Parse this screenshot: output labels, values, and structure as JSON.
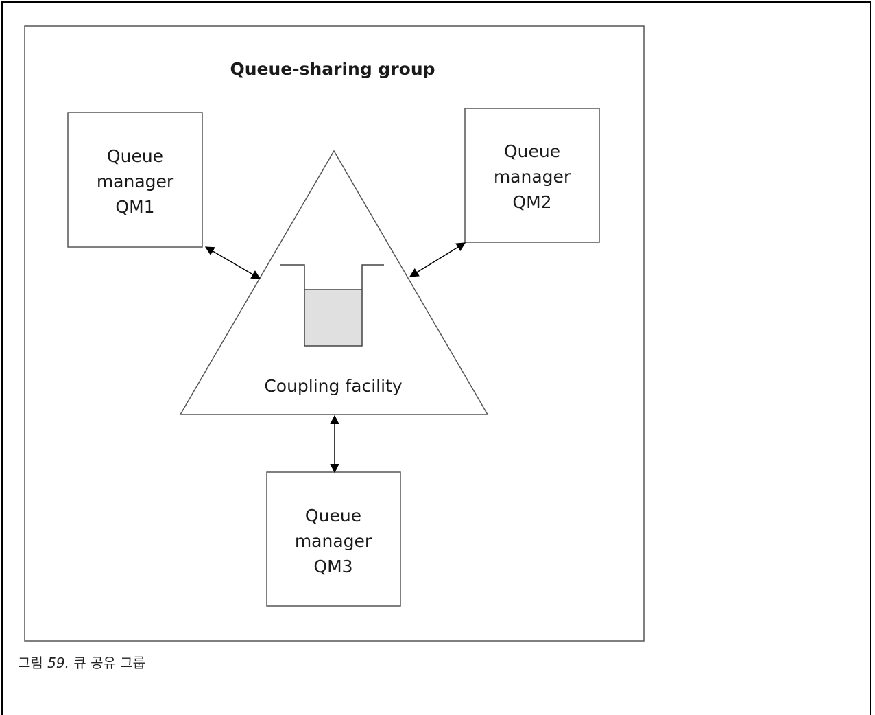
{
  "diagram": {
    "group_title": "Queue-sharing group",
    "qm1_lines": [
      "Queue",
      "manager",
      "QM1"
    ],
    "qm2_lines": [
      "Queue",
      "manager",
      "QM2"
    ],
    "qm3_lines": [
      "Queue",
      "manager",
      "QM3"
    ],
    "facility_label": "Coupling facility"
  },
  "caption": {
    "prefix": "그림",
    "number": "59.",
    "text": "큐 공유 그룹"
  }
}
